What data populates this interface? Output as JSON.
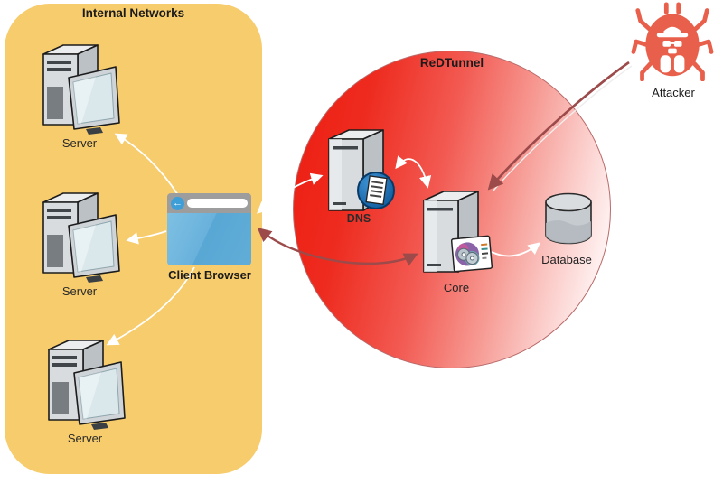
{
  "internal_networks": {
    "title": "Internal Networks",
    "servers": [
      {
        "label": "Server",
        "icon": "server-tower-with-monitor"
      },
      {
        "label": "Server",
        "icon": "server-tower-with-monitor"
      },
      {
        "label": "Server",
        "icon": "server-tower-with-monitor"
      }
    ]
  },
  "client_browser": {
    "label": "Client Browser",
    "icon": "browser-window-with-back-button"
  },
  "redtunnel": {
    "title": "ReDTunnel",
    "dns": {
      "label": "DNS",
      "icon": "server-tower-with-document-badge"
    },
    "core": {
      "label": "Core",
      "icon": "server-tower-with-disc-card"
    },
    "database": {
      "label": "Database",
      "icon": "database-cylinder"
    }
  },
  "attacker": {
    "label": "Attacker",
    "icon": "spy-bug"
  },
  "connections": [
    {
      "from": "client-browser",
      "to": "server-1",
      "color": "white",
      "direction": "one-way"
    },
    {
      "from": "client-browser",
      "to": "server-2",
      "color": "white",
      "direction": "one-way"
    },
    {
      "from": "client-browser",
      "to": "server-3",
      "color": "white",
      "direction": "one-way"
    },
    {
      "from": "client-browser",
      "to": "dns",
      "color": "white",
      "direction": "two-way"
    },
    {
      "from": "dns",
      "to": "core",
      "color": "white",
      "direction": "two-way"
    },
    {
      "from": "core",
      "to": "database",
      "color": "white",
      "direction": "one-way"
    },
    {
      "from": "attacker",
      "to": "core",
      "color": "maroon",
      "direction": "one-way"
    },
    {
      "from": "client-browser",
      "to": "core",
      "color": "maroon",
      "direction": "two-way"
    }
  ],
  "colors": {
    "panel_yellow": "#F7CC6C",
    "tunnel_red": "#ED1C10",
    "attacker_red": "#E8604C",
    "browser_blue": "#5FABD7",
    "dns_badge_blue": "#1F6FB2",
    "arrow_maroon": "#9C4A4A",
    "arrow_white": "#FFFFFF"
  }
}
